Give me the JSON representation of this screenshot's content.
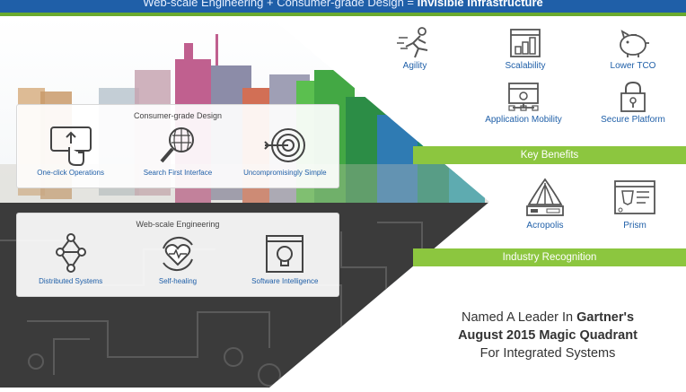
{
  "header": {
    "part1": "Web-scale Engineering + Consumer-grade Design = ",
    "part2": "Invisible Infrastructure"
  },
  "consumer_card": {
    "title": "Consumer-grade Design",
    "items": [
      {
        "label": "One-click Operations",
        "icon": "click-icon"
      },
      {
        "label": "Search First Interface",
        "icon": "magnifier-icon"
      },
      {
        "label": "Uncompromisingly Simple",
        "icon": "target-icon"
      }
    ]
  },
  "webscale_card": {
    "title": "Web-scale Engineering",
    "items": [
      {
        "label": "Distributed Systems",
        "icon": "network-icon"
      },
      {
        "label": "Self-healing",
        "icon": "heart-cycle-icon"
      },
      {
        "label": "Software Intelligence",
        "icon": "lightbulb-icon"
      }
    ]
  },
  "benefits": {
    "items": [
      {
        "label": "Agility",
        "icon": "runner-icon"
      },
      {
        "label": "Scalability",
        "icon": "stack-icon"
      },
      {
        "label": "Lower TCO",
        "icon": "piggy-bank-icon"
      },
      {
        "label": "Application Mobility",
        "icon": "app-window-icon"
      },
      {
        "label": "Secure Platform",
        "icon": "lock-icon"
      }
    ],
    "bar_label": "Key Benefits"
  },
  "products": {
    "items": [
      {
        "label": "Acropolis",
        "icon": "acropolis-icon"
      },
      {
        "label": "Prism",
        "icon": "prism-icon"
      }
    ],
    "bar_label": "Industry Recognition"
  },
  "recognition": {
    "line1a": "Named A Leader In ",
    "line1b": "Gartner's",
    "line2": "August 2015 Magic Quadrant",
    "line3": "For Integrated Systems"
  },
  "colors": {
    "blue": "#1f5fa8",
    "green": "#8cc63f",
    "dark": "#3b3b3b"
  }
}
